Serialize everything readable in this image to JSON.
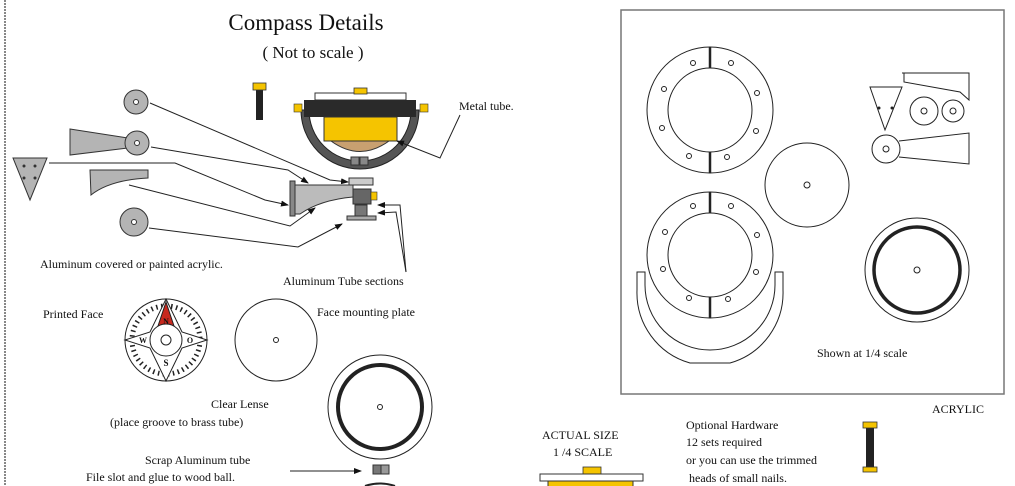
{
  "title": "Compass Details",
  "subtitle": "( Not to scale )",
  "labels": {
    "metal_tube": "Metal  tube.",
    "aluminum_covered": "Aluminum covered or painted acrylic.",
    "aluminum_tube_sections": "Aluminum Tube sections",
    "printed_face": "Printed Face",
    "face_mounting_plate": "Face mounting plate",
    "clear_lense": "Clear Lense",
    "place_groove": "(place groove to brass tube)",
    "scrap_tube": "Scrap Aluminum tube",
    "file_slot": "File slot and glue to wood ball.",
    "actual_size": "ACTUAL SIZE",
    "quarter_scale": "1 /4 SCALE",
    "shown_at": "Shown at 1/4 scale",
    "acrylic": "ACRYLIC"
  },
  "hardware": {
    "lines": [
      "Optional Hardware",
      "12 sets required",
      "or you can use the trimmed",
      " heads of small nails."
    ]
  },
  "compass_letters": {
    "n": "N",
    "s": "S",
    "e": "O",
    "w": "W"
  },
  "colors": {
    "yellow": "#f5c400",
    "gray": "#b4b4b4",
    "dark": "#3c3c3c",
    "red": "#c8281e",
    "tan": "#c8a070"
  }
}
